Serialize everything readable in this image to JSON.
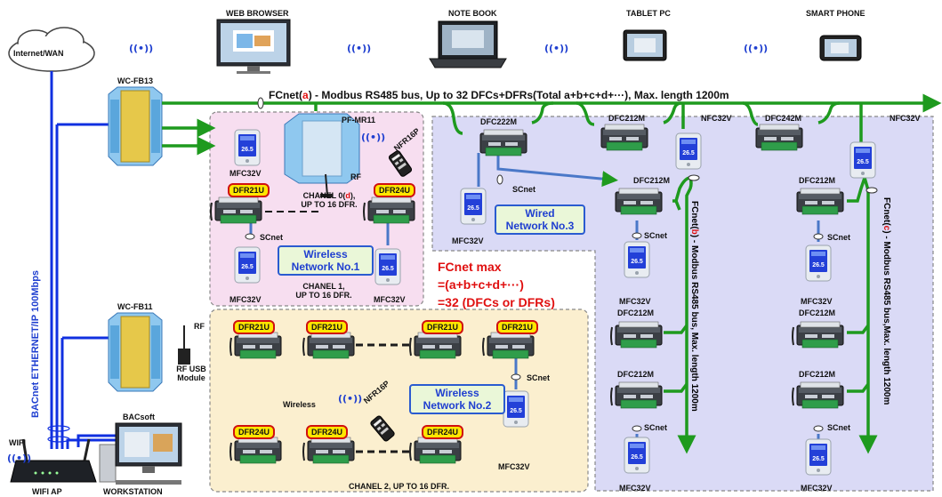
{
  "top_devices": {
    "web_browser": "WEB BROWSER",
    "notebook": "NOTE BOOK",
    "tablet": "TABLET PC",
    "smart_phone": "SMART PHONE"
  },
  "internet": "Internet/WAN",
  "wifi_symbol": "((•))",
  "gateways": {
    "fb13": "WC-FB13",
    "fb11": "WC-FB11"
  },
  "fcnet_main": {
    "prefix": "FCnet(",
    "letter": "a",
    "suffix": ") - Modbus RS485 bus, Up to 32 DFCs+DFRs(Total a+b+c+d+···), Max. length 1200m"
  },
  "devices": {
    "pf_mr11": "PF-MR11",
    "nfr16p": "NFR16P",
    "rf": "RF",
    "mfc32v": "MFC32V",
    "dfr21u": "DFR21U",
    "dfr24u": "DFR24U",
    "dfc222m": "DFC222M",
    "dfc212m": "DFC212M",
    "dfc242m": "DFC242M",
    "nfc32v": "NFC32V",
    "scnet": "SCnet",
    "rf_usb": "RF USB",
    "rf_usb_module": "Module",
    "bacsoft": "BACsoft",
    "wifi": "WIFI",
    "wifi_ap": "WIFI AP",
    "workstation": "WORKSTATION",
    "wireless": "Wireless"
  },
  "wireless1": {
    "chanel0_prefix": "CHANEL 0(",
    "chanel0_letter": "d",
    "chanel0_suffix": "),",
    "upto": "UP TO 16 DFR.",
    "chanel1_line1": "CHANEL 1,",
    "chanel1_line2": "UP TO 16 DFR.",
    "net_line1": "Wireless",
    "net_line2": "Network No.1"
  },
  "wired3": {
    "net_line1": "Wired",
    "net_line2": "Network No.3"
  },
  "wireless2": {
    "net_line1": "Wireless",
    "net_line2": "Network No.2",
    "chanel2": "CHANEL 2, UP TO 16 DFR."
  },
  "fcnet_max": {
    "line1": "FCnet max",
    "line2": "=(a+b+c+d+···)",
    "line3": "=32 (DFCs or DFRs)"
  },
  "bacnet_vertical": "BACnet ETHERNET/IP 100Mbps",
  "fcnet_b": {
    "prefix": "FCnet(",
    "letter": "b",
    "suffix": ") - Modbus RS485 bus, Max. length 1200m"
  },
  "fcnet_c": {
    "prefix": "FCnet(",
    "letter": "c",
    "suffix": ") - Modbus RS485 bus,Max. length 1200m"
  },
  "colors": {
    "fcnet_green": "#1e9a1e",
    "bacnet_blue": "#1030e0",
    "scnet_blue": "#4a78c8",
    "accent_red": "#e01010",
    "tag_yellow": "#ffe600",
    "wireless1_bg": "#f7def0",
    "wired_bg": "#dadaf6",
    "wireless2_bg": "#fbefcf"
  }
}
